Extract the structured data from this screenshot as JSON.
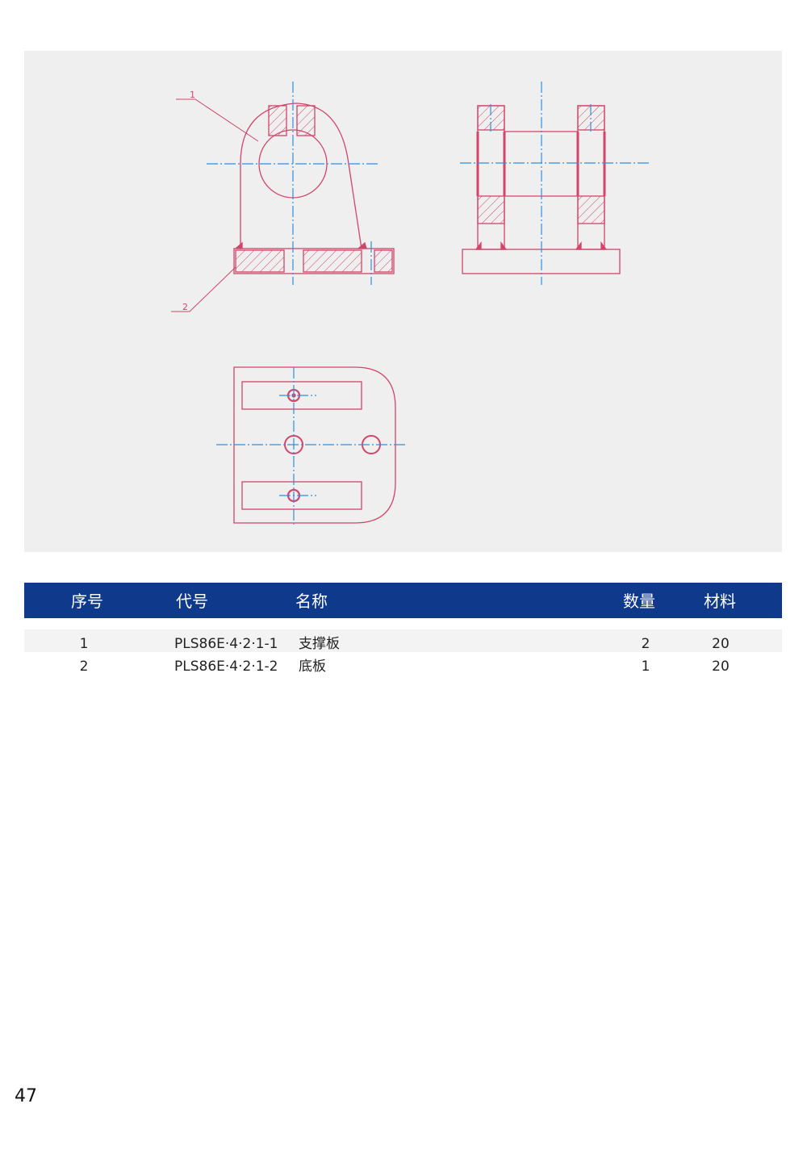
{
  "drawing": {
    "callouts": [
      "1",
      "2"
    ]
  },
  "table": {
    "headers": {
      "no": "序号",
      "code": "代号",
      "name": "名称",
      "qty": "数量",
      "material": "材料"
    },
    "rows": [
      {
        "no": "1",
        "code": "PLS86E·4·2·1-1",
        "name": "支撑板",
        "qty": "2",
        "material": "20"
      },
      {
        "no": "2",
        "code": "PLS86E·4·2·1-2",
        "name": "底板",
        "qty": "1",
        "material": "20"
      }
    ]
  },
  "page": {
    "number": "47"
  },
  "colors": {
    "outline": "#d2456a",
    "centerline": "#2f8fe0",
    "header_bg": "#0f3a8c",
    "panel_bg": "#efefef"
  }
}
